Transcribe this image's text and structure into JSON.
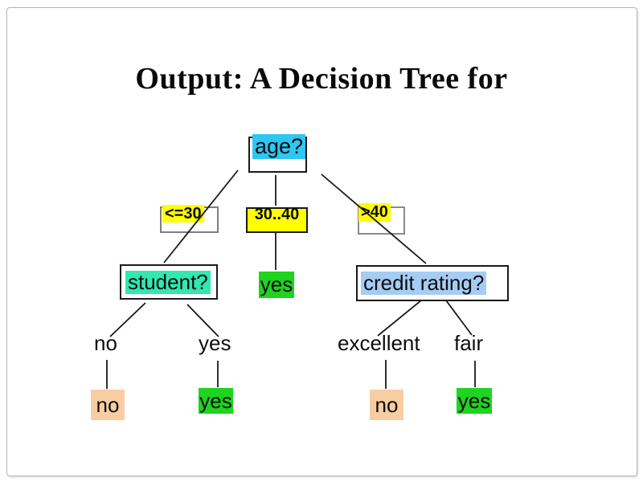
{
  "slide": {
    "title": "Output: A Decision Tree for"
  },
  "tree": {
    "root": {
      "label": "age?",
      "highlight_color": "#2EC6F2"
    },
    "branch_labels": [
      {
        "label": "<=30",
        "highlight_color": "#FFFF00"
      },
      {
        "label": "30..40",
        "highlight_color": "#FFFF00"
      },
      {
        "label": ">40",
        "highlight_color": "#FFFF00"
      }
    ],
    "student_node": {
      "label": "student?",
      "highlight_color": "#30E8B0"
    },
    "middle_leaf": {
      "label": "yes",
      "color": "#1ED41E"
    },
    "credit_node": {
      "label": "credit rating?",
      "highlight_color": "#A5CCF3"
    },
    "student_edges": [
      {
        "label": "no"
      },
      {
        "label": "yes"
      }
    ],
    "credit_edges": [
      {
        "label": "excellent"
      },
      {
        "label": "fair"
      }
    ],
    "leaves": [
      {
        "label": "no",
        "color": "#F9CDA2"
      },
      {
        "label": "yes",
        "color": "#1ED41E"
      },
      {
        "label": "no",
        "color": "#F9CDA2"
      },
      {
        "label": "yes",
        "color": "#1ED41E"
      }
    ]
  },
  "colors": {
    "line": "#1a1a1a",
    "box_border": "#1a1a1a",
    "branch_border": "#7e7e7e",
    "frame_border": "#b3b3b3"
  }
}
